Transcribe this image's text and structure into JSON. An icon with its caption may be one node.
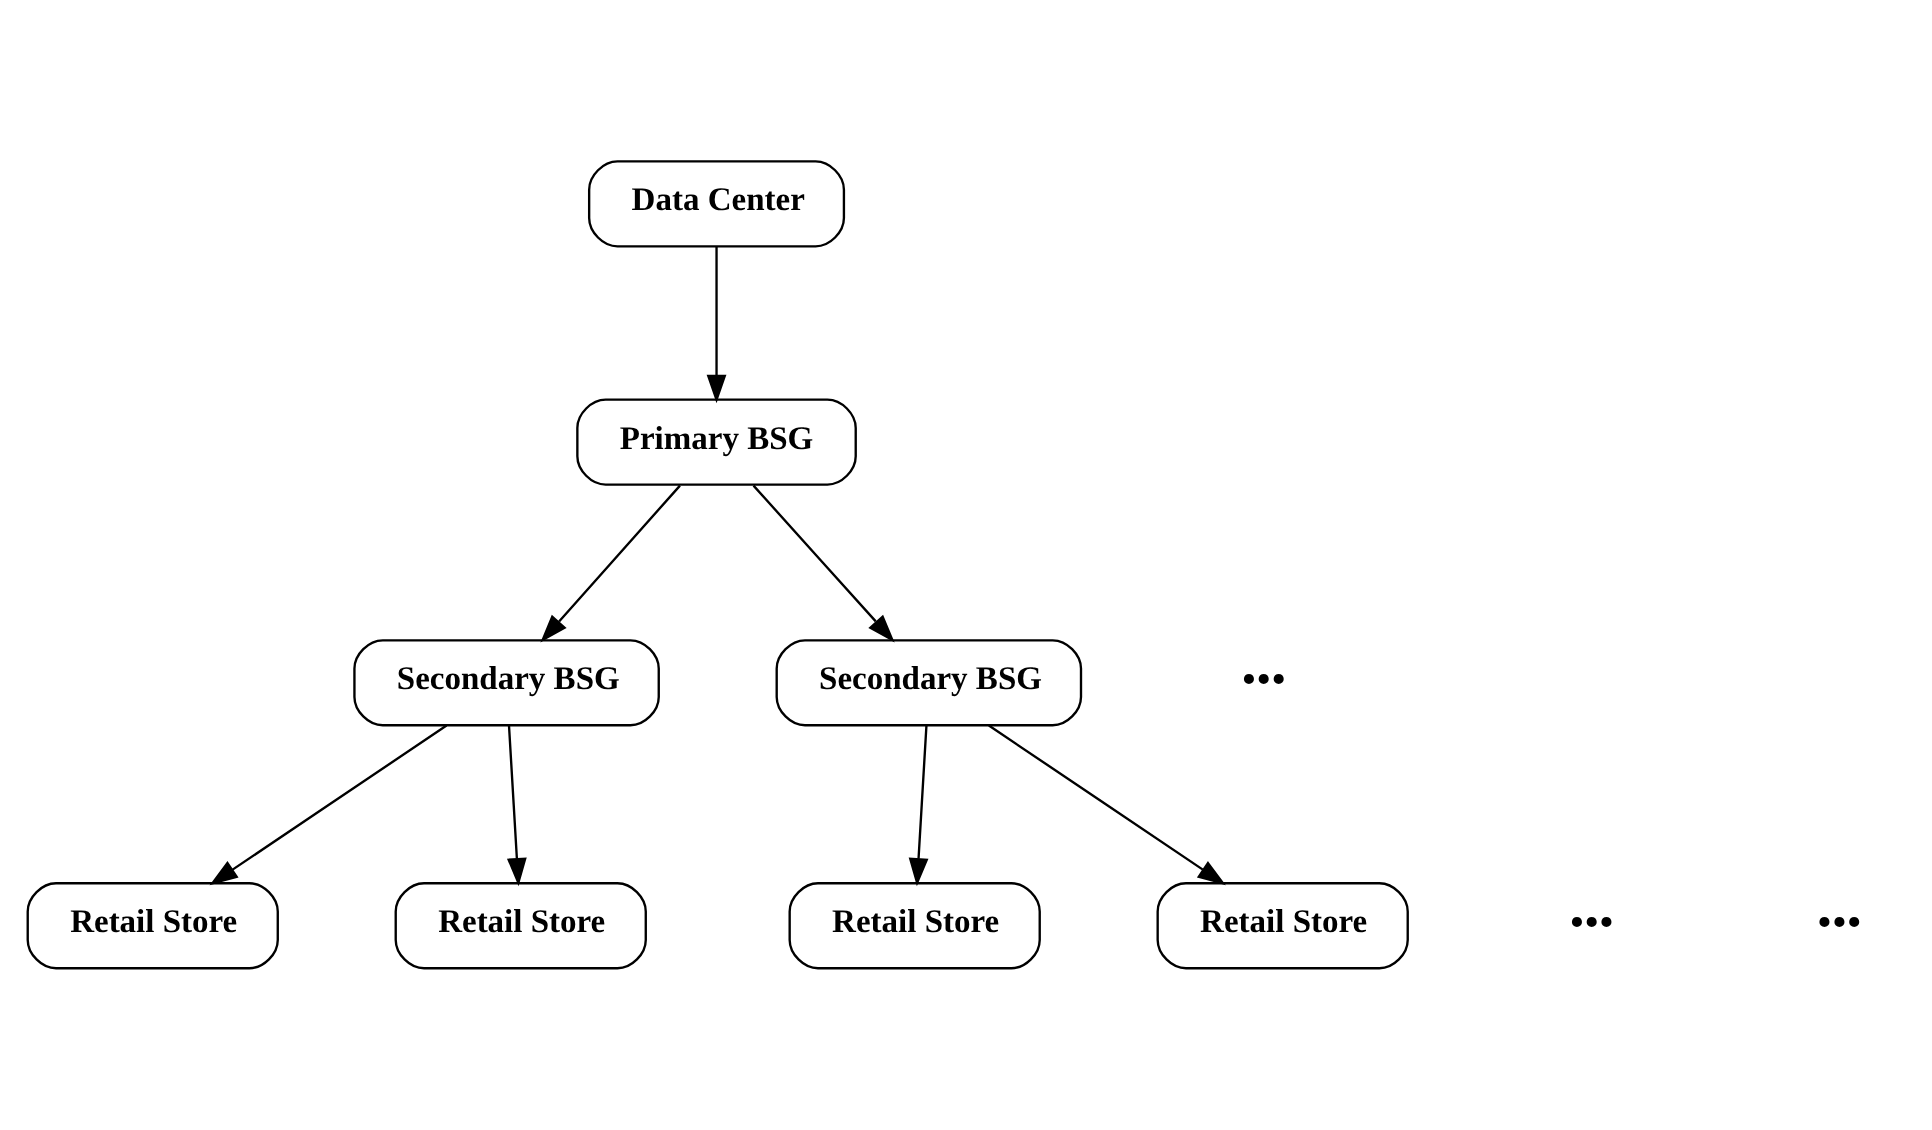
{
  "diagram": {
    "nodes": [
      {
        "text": [
          "Data Center"
        ]
      },
      {
        "text": [
          "Primary BSG"
        ]
      },
      {
        "text": [
          "Secondary BSG"
        ]
      },
      {
        "text": [
          "Secondary BSG"
        ]
      },
      {
        "text": [
          "Retail Store"
        ]
      },
      {
        "text": [
          "Retail Store"
        ]
      },
      {
        "text": [
          "Retail Store"
        ]
      },
      {
        "text": [
          "Retail Store"
        ]
      }
    ],
    "edges": [
      {
        "from": 0,
        "to": 1,
        "arrow": "to"
      },
      {
        "from": 1,
        "to": 2,
        "arrow": "to"
      },
      {
        "from": 1,
        "to": 3,
        "arrow": "to"
      },
      {
        "from": 2,
        "to": 4,
        "arrow": "to"
      },
      {
        "from": 2,
        "to": 5,
        "arrow": "to"
      },
      {
        "from": 3,
        "to": 6,
        "arrow": "to"
      },
      {
        "from": 3,
        "to": 7,
        "arrow": "to"
      }
    ],
    "labels": [
      "•••",
      "•••",
      "•••"
    ]
  }
}
